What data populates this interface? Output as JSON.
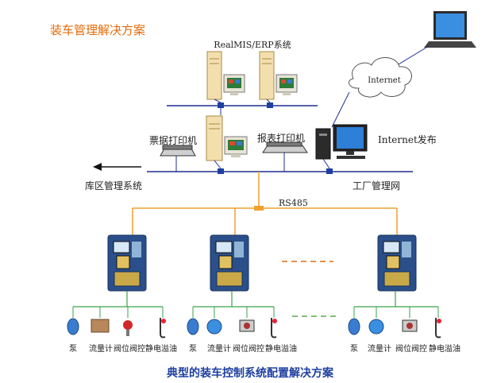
{
  "top_title": "装车管理解决方案",
  "bottom_title": "典型的装车控制系统配置解决方案",
  "server_label": "RealMIS/ERP系统",
  "internet_cloud": "Internet",
  "internet_publish": "Internet发布",
  "ticket_printer": "票据打印机",
  "report_printer": "报表打印机",
  "depot_system": "库区管理系统",
  "factory_network": "工厂管理网",
  "bus_label": "RS485",
  "devices": [
    "泵",
    "流量计",
    "阀位阀控",
    "静电溢油"
  ],
  "colors": {
    "title_orange": "#e46c0a",
    "title_blue": "#1f3f9f",
    "ethernet_blue": "#1f2f8f",
    "rs485_orange": "#f0a030",
    "device_green": "#3aa34a",
    "controller_blue": "#2a4f8a"
  }
}
